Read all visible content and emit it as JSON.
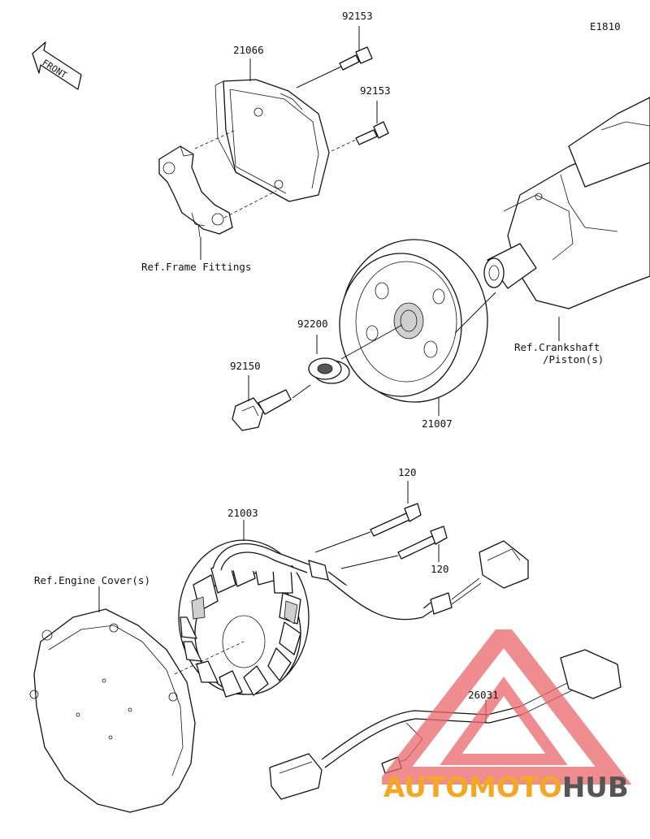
{
  "figure": {
    "code": "E1810",
    "front_label": "FRONT"
  },
  "callouts": {
    "c92153a": "92153",
    "c21066": "21066",
    "c92153b": "92153",
    "ref_frame": "Ref.Frame Fittings",
    "c92200": "92200",
    "c92150": "92150",
    "c21007": "21007",
    "ref_crank_1": "Ref.Crankshaft",
    "ref_crank_2": "/Piston(s)",
    "c120a": "120",
    "c21003": "21003",
    "c120b": "120",
    "ref_engine": "Ref.Engine Cover(s)",
    "c26031": "26031"
  },
  "watermark": {
    "part1": "AUTO",
    "part2": "MOTO",
    "part3": "HUB",
    "color_main": "#f5a623",
    "color_hub": "#555555",
    "triangle_color": "#e8666a"
  }
}
